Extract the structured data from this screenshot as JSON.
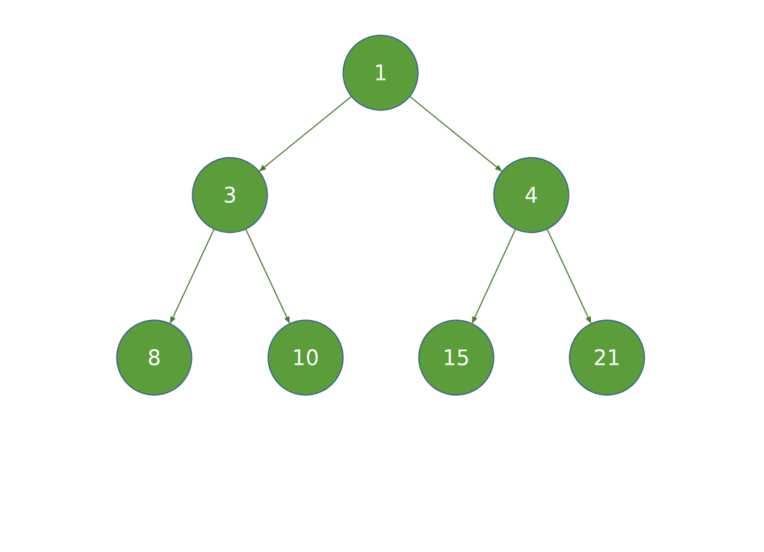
{
  "diagram": {
    "type": "binary-tree",
    "colors": {
      "node_fill": "#5b9d3b",
      "node_stroke": "#2f5496",
      "edge": "#4a7a2a",
      "label": "#ffffff"
    },
    "nodes": [
      {
        "id": "n1",
        "label": "1"
      },
      {
        "id": "n3",
        "label": "3"
      },
      {
        "id": "n4",
        "label": "4"
      },
      {
        "id": "n8",
        "label": "8"
      },
      {
        "id": "n10",
        "label": "10"
      },
      {
        "id": "n15",
        "label": "15"
      },
      {
        "id": "n21",
        "label": "21"
      }
    ],
    "edges": [
      {
        "from": "n1",
        "to": "n3"
      },
      {
        "from": "n1",
        "to": "n4"
      },
      {
        "from": "n3",
        "to": "n8"
      },
      {
        "from": "n3",
        "to": "n10"
      },
      {
        "from": "n4",
        "to": "n15"
      },
      {
        "from": "n4",
        "to": "n21"
      }
    ]
  }
}
